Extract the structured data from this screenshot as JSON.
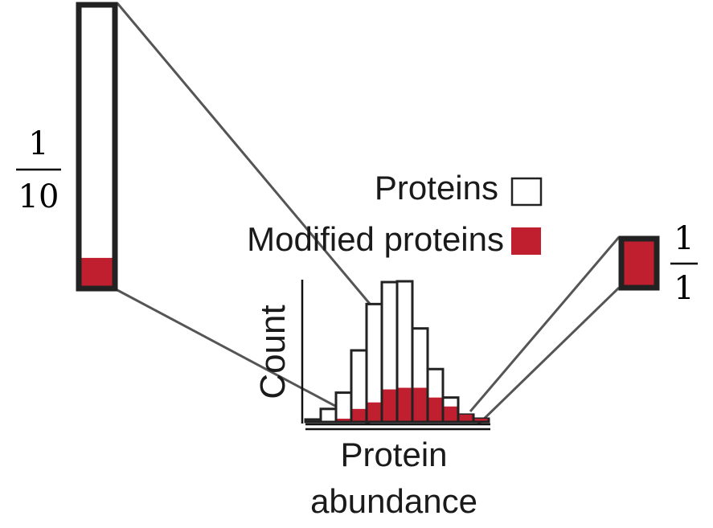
{
  "colors": {
    "modified": "#c01f2f",
    "outline": "#222222",
    "zoom_line": "#555555",
    "text": "#1a1a1a"
  },
  "legend": {
    "proteins_label": "Proteins",
    "modified_label": "Modified proteins"
  },
  "left_zoom": {
    "numerator": "1",
    "denominator": "10",
    "modified_fraction": 0.1
  },
  "right_zoom": {
    "numerator": "1",
    "denominator": "1",
    "modified_fraction": 1.0
  },
  "chart_data": {
    "type": "bar",
    "xlabel": "Protein\nabundance",
    "ylabel": "Count",
    "ylim": [
      0,
      175
    ],
    "series": [
      {
        "name": "Proteins",
        "values": [
          3,
          16,
          36,
          88,
          145,
          172,
          173,
          115,
          65,
          30,
          9,
          4
        ]
      },
      {
        "name": "Modified proteins",
        "values": [
          0,
          0,
          4,
          16,
          24,
          40,
          42,
          42,
          30,
          19,
          9,
          4
        ]
      }
    ]
  }
}
